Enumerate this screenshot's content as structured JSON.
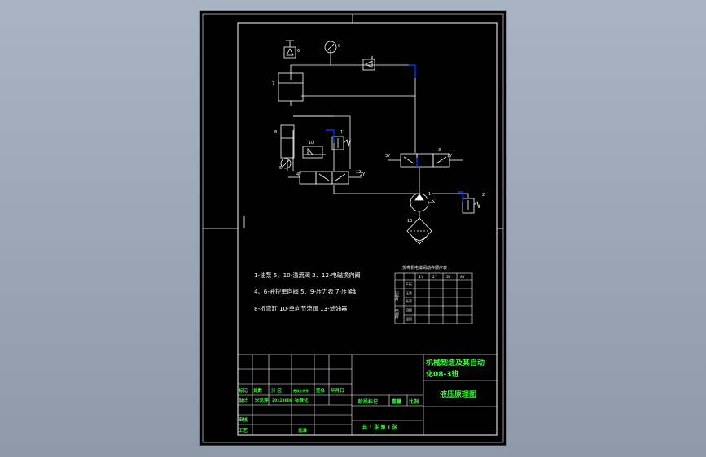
{
  "colors": {
    "background": "#9aa6b6",
    "sheet": "#000000",
    "line": "#ffffff",
    "highlight": "#0033ff",
    "title_text": "#33ff33"
  },
  "legend": {
    "line1": "1-油泵  5、10-溢流阀  3、12-电磁换向阀",
    "line2": "4、6-液控单向阀  5、9-压力表  7-压紧缸",
    "line3": "8-折弯缸    10-单向节流阀   13-滤油器"
  },
  "action_table": {
    "title": "折弯机电磁阀动作顺序表",
    "columns": [
      "1Y",
      "2Y",
      "3Y",
      "4Y"
    ],
    "row_labels": [
      "下行",
      "压紧",
      "折弯",
      "回程",
      "返回"
    ],
    "group_labels": [
      "压紧缸",
      "折弯缸"
    ]
  },
  "title_block": {
    "org_line1": "机械制造及其自动",
    "org_line2": "化08-3班",
    "drawing_name": "液压原理图",
    "row_marks": [
      "标记",
      "处数",
      "分  区",
      "更改文件号",
      "签名",
      "年月日"
    ],
    "designer_label": "设计",
    "designer_name": "宋克萍",
    "student_id": "20123006",
    "standardize_label": "标准化",
    "review_label": "审核",
    "process_label": "工艺",
    "approve_label": "批准",
    "stage_label": "阶段标记",
    "weight_label": "重量",
    "scale_label": "比例",
    "sheets": "共 1 张  第 1 张"
  },
  "callouts": [
    "1",
    "2",
    "3",
    "4",
    "5",
    "6",
    "7",
    "8",
    "9",
    "10",
    "11",
    "12",
    "13"
  ],
  "solenoid_labels": [
    "3Y",
    "1Y",
    "4Y",
    "2Y"
  ]
}
